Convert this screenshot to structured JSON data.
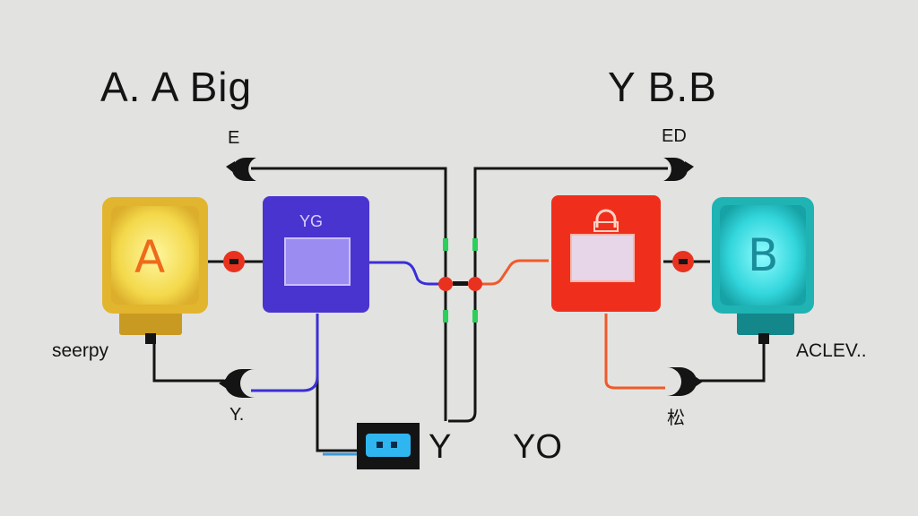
{
  "header": {
    "left_title": "A.  A  Big",
    "right_title": "Y  B.B",
    "left_sub": "E",
    "right_sub": "ED"
  },
  "nodes": {
    "a": {
      "letter": "A",
      "color": "#e8c43a",
      "glow": "#fff27a",
      "letter_color": "#ef6a1a"
    },
    "yg": {
      "label": "YG",
      "color": "#4a34d0",
      "screen": "#9a8cf0"
    },
    "lock": {
      "color": "#ef2f1c",
      "screen": "#e6d6e8"
    },
    "b": {
      "letter": "B",
      "color": "#1fb3b4",
      "glow": "#4ef2f4",
      "letter_color": "#1a8c9a"
    }
  },
  "labels": {
    "left_side": "seerpy",
    "right_side": "ACLEV..",
    "left_bottom": "Y.",
    "right_bottom": "松",
    "center_y": "Y",
    "center_yo": "YO"
  },
  "colors": {
    "wire_black": "#141414",
    "wire_blue": "#3a2fd6",
    "wire_orange": "#ef5a2a",
    "junction_red": "#e8321f",
    "marker_green": "#2ad05a",
    "device_screen": "#2fb6f0"
  }
}
